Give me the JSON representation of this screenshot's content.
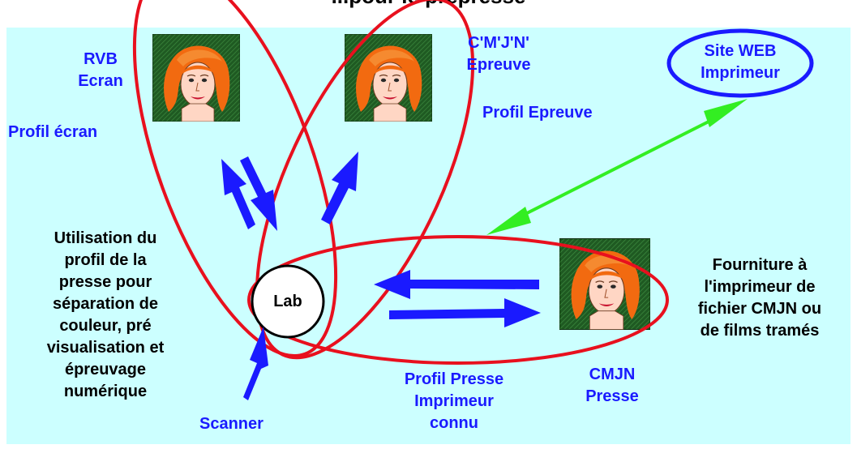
{
  "title": "...pour le prépresse",
  "labels": {
    "rvb_ecran": "RVB\nEcran",
    "profil_ecran": "Profil écran",
    "cmjn_epreuve": "C'M'J'N'\nEpreuve",
    "profil_epreuve": "Profil Epreuve",
    "site_web": "Site WEB\nImprimeur",
    "utilisation": "Utilisation du\nprofil de la\npresse pour\nséparation de\ncouleur, pré\nvisualisation et\népreuvage\nnumérique",
    "lab": "Lab",
    "scanner": "Scanner",
    "profil_presse": "Profil Presse\nImprimeur\nconnu",
    "cmjn_presse": "CMJN\nPresse",
    "fourniture": "Fourniture à\nl'imprimeur de\nfichier CMJN ou\nde films tramés"
  },
  "colors": {
    "background": "#ccffff",
    "ellipse": "#e8101e",
    "arrow_blue": "#1a1aff",
    "arrow_green": "#33ee22",
    "text_blue": "#1a1aff",
    "image_bg": "#1f5a22",
    "hair": "#f26a10",
    "skin": "#ffd6c4"
  },
  "icons": [
    "face-portrait-icon"
  ]
}
